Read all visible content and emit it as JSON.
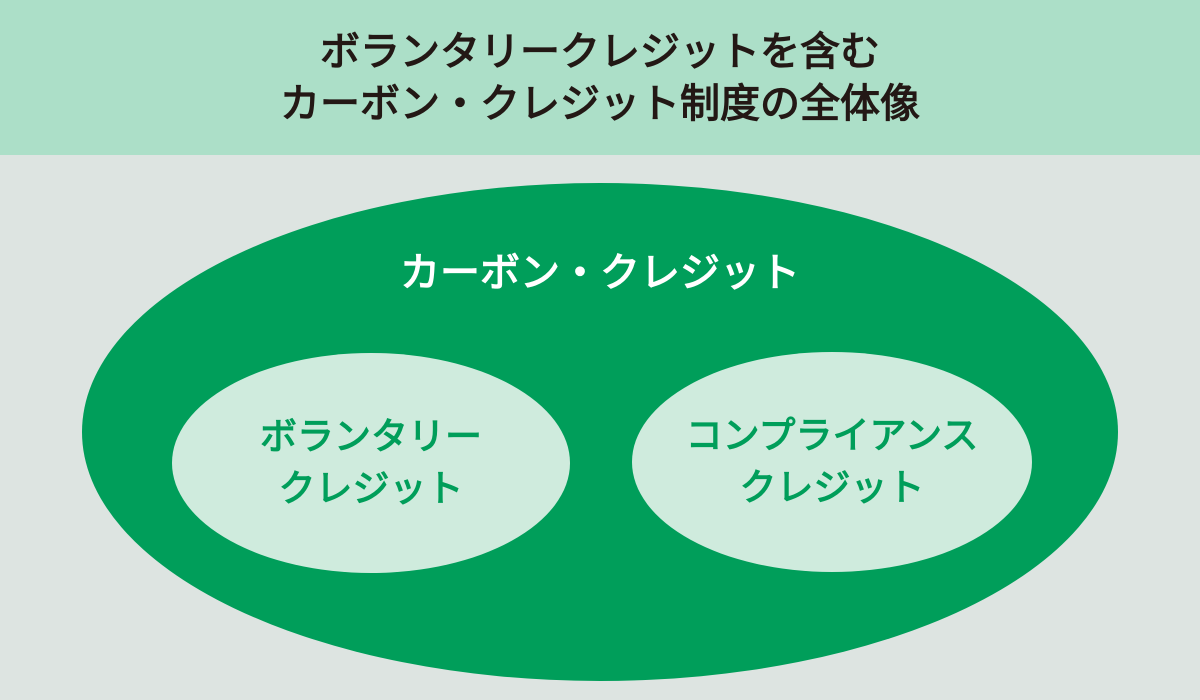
{
  "header": {
    "title_line1": "ボランタリークレジットを含む",
    "title_line2": "カーボン・クレジット制度の全体像"
  },
  "diagram": {
    "outer_label": "カーボン・クレジット",
    "voluntary": {
      "line1": "ボランタリー",
      "line2": "クレジット"
    },
    "compliance": {
      "line1": "コンプライアンス",
      "line2": "クレジット"
    }
  },
  "colors": {
    "banner-bg": "#ACDFC8",
    "page-bg": "#DDE4E1",
    "ellipse-green": "#009E5A",
    "inner-ellipse-bg": "#CFEBDD",
    "title-text": "#231815",
    "outer-label-text": "#FFFFFF"
  }
}
